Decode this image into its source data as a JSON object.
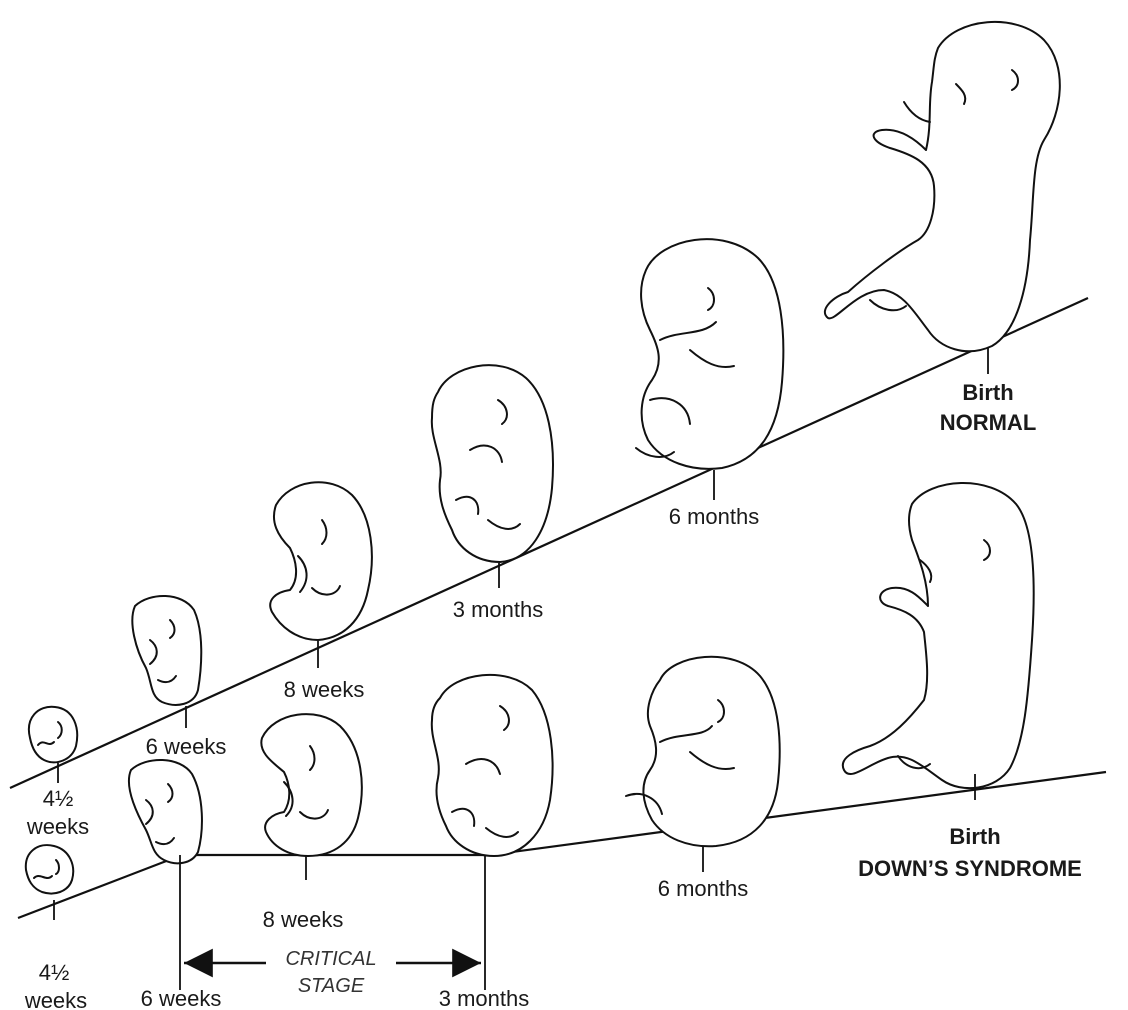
{
  "normal_track": {
    "stages": [
      {
        "label_line1": "4½",
        "label_line2": "weeks"
      },
      {
        "label": "6 weeks"
      },
      {
        "label": "8 weeks"
      },
      {
        "label": "3 months"
      },
      {
        "label": "6 months"
      },
      {
        "label_line1": "Birth",
        "label_line2": "NORMAL"
      }
    ]
  },
  "downs_track": {
    "stages": [
      {
        "label_line1": "4½",
        "label_line2": "weeks"
      },
      {
        "label": "6 weeks"
      },
      {
        "label": "8 weeks"
      },
      {
        "label": "3 months"
      },
      {
        "label": "6 months"
      },
      {
        "label_line1": "Birth",
        "label_line2": "DOWN’S SYNDROME"
      }
    ],
    "critical_stage": {
      "line1": "CRITICAL",
      "line2": "STAGE"
    }
  }
}
